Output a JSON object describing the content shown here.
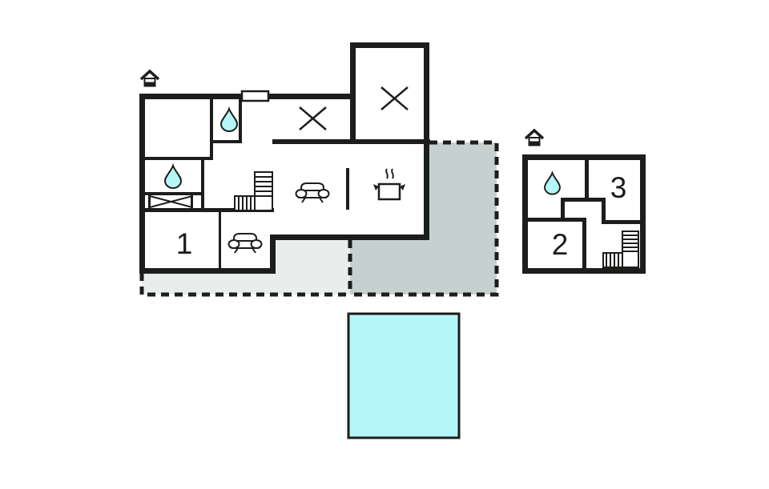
{
  "colors": {
    "outline": "#1d1d1b",
    "terrace_light": "#e9eeed",
    "terrace_dark": "#c6d0cf",
    "water": "#b5f7f8",
    "surface": "#ffffff"
  },
  "labels": {
    "room1": "1",
    "room2": "2",
    "room3": "3"
  },
  "icons": {
    "entrance": "house-entrance-icon",
    "bathroom": "water-drop-icon",
    "stairs": "stairs-icon",
    "living": "sofa-icon",
    "kitchen": "cooking-pot-icon",
    "skylight": "crossed-lines-marker",
    "shower": "crossed-box-marker",
    "front_door": "door-marker"
  }
}
